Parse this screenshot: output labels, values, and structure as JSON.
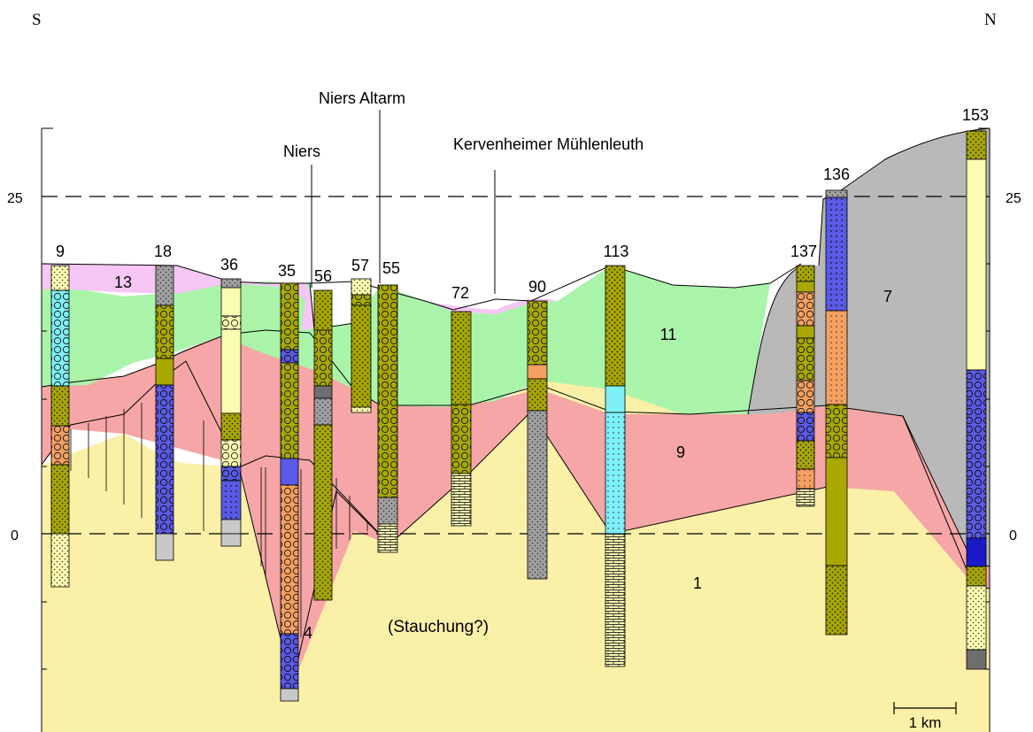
{
  "header": {
    "south": "S",
    "north": "N"
  },
  "axis": {
    "left_ticks": [
      "25",
      "0"
    ],
    "right_ticks": [
      "25",
      "0"
    ]
  },
  "labels": {
    "niers": "Niers",
    "niers_altarm": "Niers Altarm",
    "kervenheimer": "Kervenheimer Mühlenleuth",
    "stauchung": "(Stauchung?)",
    "scale": "1 km"
  },
  "units": {
    "u13": "13",
    "u11": "11",
    "u9": "9",
    "u7": "7",
    "u1": "1",
    "u4": "4"
  },
  "boreholes": [
    "9",
    "18",
    "36",
    "35",
    "56",
    "57",
    "55",
    "72",
    "90",
    "113",
    "137",
    "136",
    "153"
  ],
  "colors": {
    "u1": "#fbf0a8",
    "u9": "#f6a6a6",
    "u11": "#aaf4aa",
    "u13": "#f6c6f4",
    "u7": "#b9b9b9",
    "olive": "#a8a800",
    "blue": "#5a5ae6",
    "cyan": "#7df0f8",
    "orange": "#f5a060",
    "yellow": "#fcfcb0",
    "grey": "#909090",
    "darkgrey": "#6e6e6e",
    "lightgrey": "#c8c8c8"
  }
}
